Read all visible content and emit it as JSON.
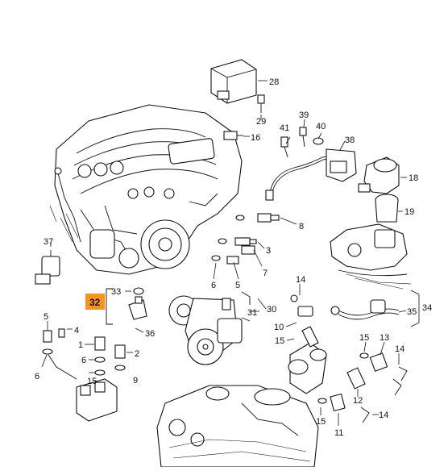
{
  "diagram": {
    "highlighted_part": "32",
    "callouts": [
      "28",
      "29",
      "16",
      "41",
      "39",
      "40",
      "38",
      "18",
      "19",
      "37",
      "8",
      "3",
      "7",
      "6",
      "5",
      "14",
      "33",
      "32",
      "36",
      "31",
      "30",
      "10",
      "15",
      "34",
      "35",
      "5",
      "4",
      "1",
      "2",
      "6",
      "6",
      "15",
      "13",
      "14",
      "12",
      "11",
      "15",
      "14",
      "15",
      "9"
    ],
    "highlight_color": "#f7941d"
  }
}
